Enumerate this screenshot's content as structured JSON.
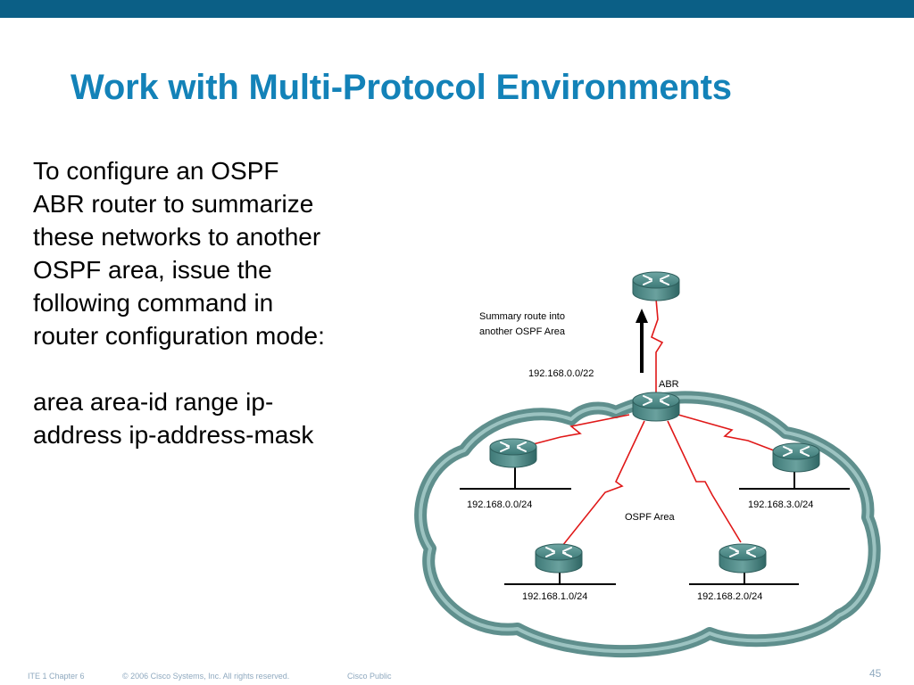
{
  "slide": {
    "title": "Work with Multi-Protocol Environments",
    "body_line1": "To configure an OSPF",
    "body_line2": "ABR router to summarize",
    "body_line3": "these networks to another",
    "body_line4": "OSPF area, issue the",
    "body_line5": "following command in",
    "body_line6": "router configuration mode:",
    "command_line1": "area area-id range ip-",
    "command_line2": "address ip-address-mask"
  },
  "diagram": {
    "summary_label_line1": "Summary route into",
    "summary_label_line2": "another OSPF Area",
    "summary_network": "192.168.0.0/22",
    "abr_label": "ABR",
    "area_label": "OSPF Area",
    "networks": [
      "192.168.0.0/24",
      "192.168.3.0/24",
      "192.168.1.0/24",
      "192.168.2.0/24"
    ],
    "colors": {
      "cloud": "#5f8f8d",
      "router": "#4e8a88",
      "link": "#e01818"
    }
  },
  "footer": {
    "chapter": "ITE 1 Chapter 6",
    "copyright": "© 2006 Cisco Systems, Inc. All rights reserved.",
    "classification": "Cisco Public",
    "page_number": "45"
  }
}
